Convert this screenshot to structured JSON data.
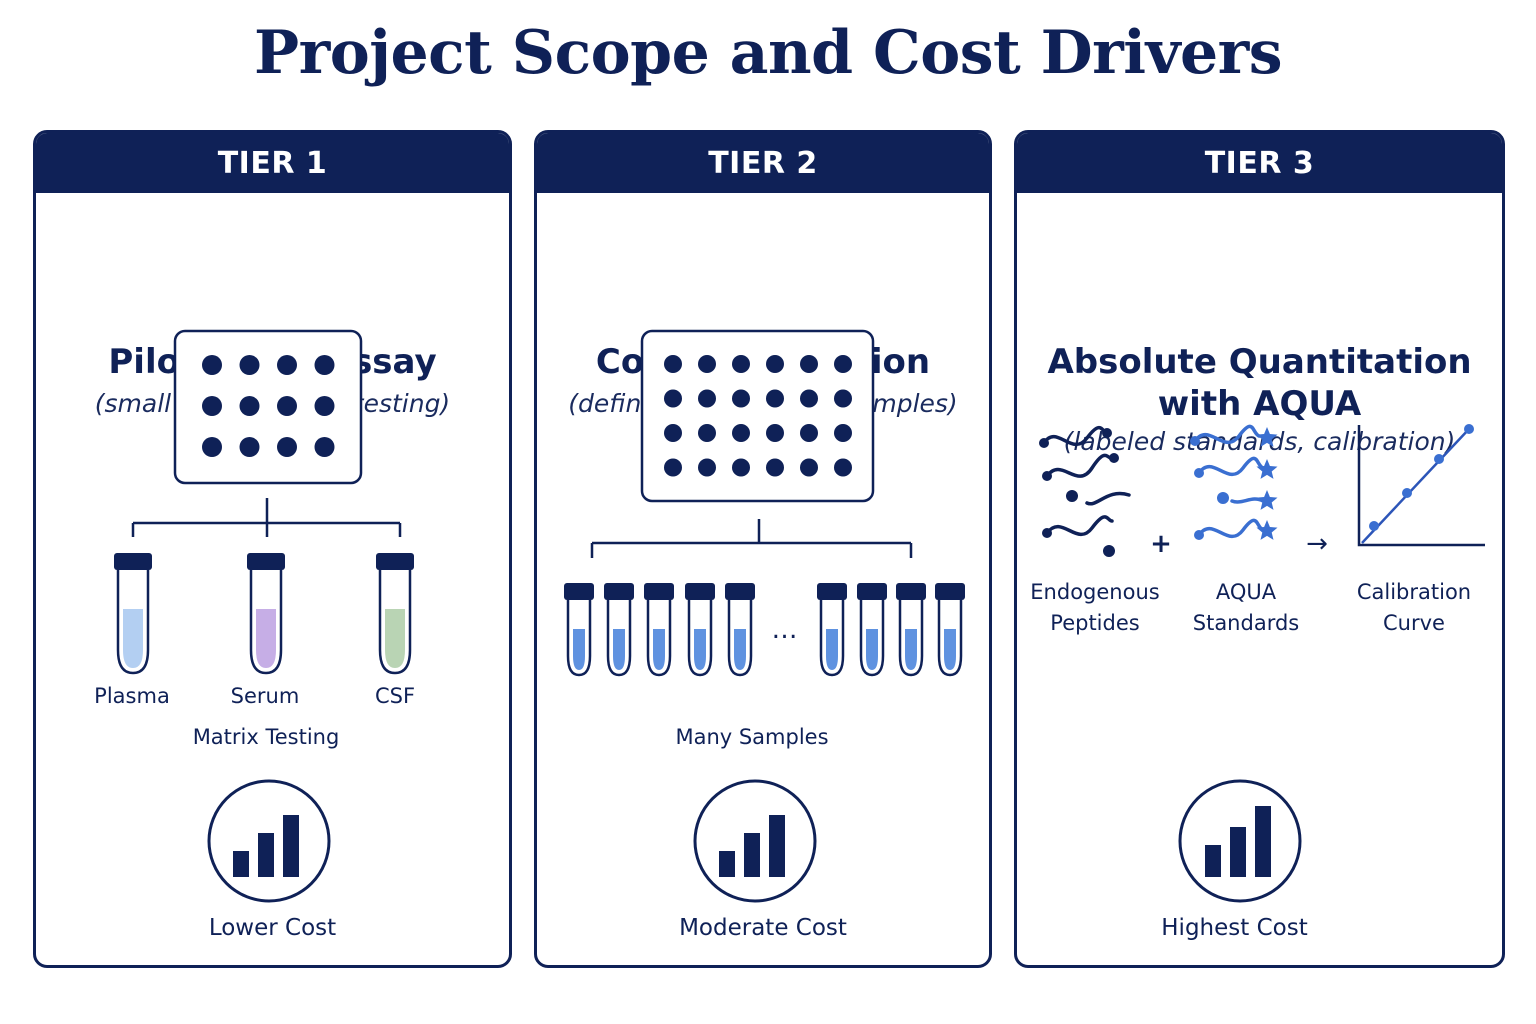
{
  "title": "Project Scope and Cost Drivers",
  "tiers": [
    {
      "header": "TIER 1",
      "title": "Pilot Panel Assay",
      "subtitle": "(small panel, matrix testing)",
      "tubes": [
        "Plasma",
        "Serum",
        "CSF"
      ],
      "caption": "Matrix Testing",
      "cost": "Lower Cost"
    },
    {
      "header": "TIER 2",
      "title": "Cohort Validation",
      "subtitle": "(defined panel, many samples)",
      "ellipsis": "…",
      "caption": "Many Samples",
      "cost": "Moderate Cost"
    },
    {
      "header": "TIER 3",
      "title_line1": "Absolute Quantitation",
      "title_line2": "with AQUA",
      "subtitle": "(labeled standards, calibration)",
      "items": [
        "Endogenous Peptides",
        "AQUA Standards",
        "Calibration Curve"
      ],
      "plus": "+",
      "arrow": "→",
      "cost": "Highest Cost"
    }
  ],
  "colors": {
    "navy": "#0f2157",
    "blue": "#3a6fd1",
    "plasma": "#b3cff2",
    "serum": "#c6aee6",
    "csf": "#b9d4b4",
    "sample": "#5f92e0"
  }
}
